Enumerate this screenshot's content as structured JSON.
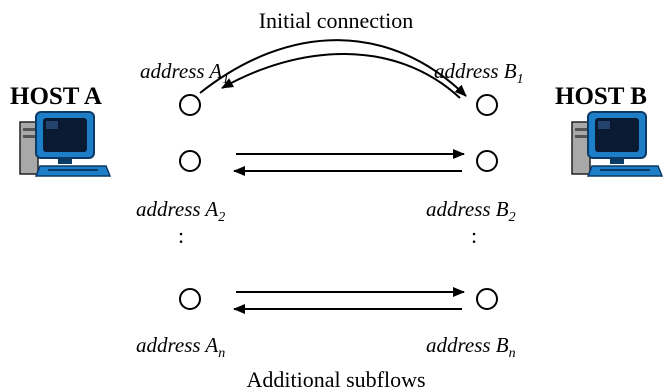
{
  "labels": {
    "top_title": "Initial connection",
    "bottom_title": "Additional subflows",
    "host_a": "HOST A",
    "host_b": "HOST B"
  },
  "addresses": {
    "a1": {
      "base": "address A",
      "sub": "1"
    },
    "a2": {
      "base": "address A",
      "sub": "2"
    },
    "an": {
      "base": "address A",
      "sub": "n"
    },
    "b1": {
      "base": "address B",
      "sub": "1"
    },
    "b2": {
      "base": "address B",
      "sub": "2"
    },
    "bn": {
      "base": "address B",
      "sub": "n"
    }
  },
  "ellipsis": ":",
  "icons": {
    "host_a": "computer-icon",
    "host_b": "computer-icon"
  },
  "colors": {
    "computer_blue": "#1e7fc9",
    "screen_dark": "#0a1a33",
    "body_gray": "#a8a8a8"
  }
}
